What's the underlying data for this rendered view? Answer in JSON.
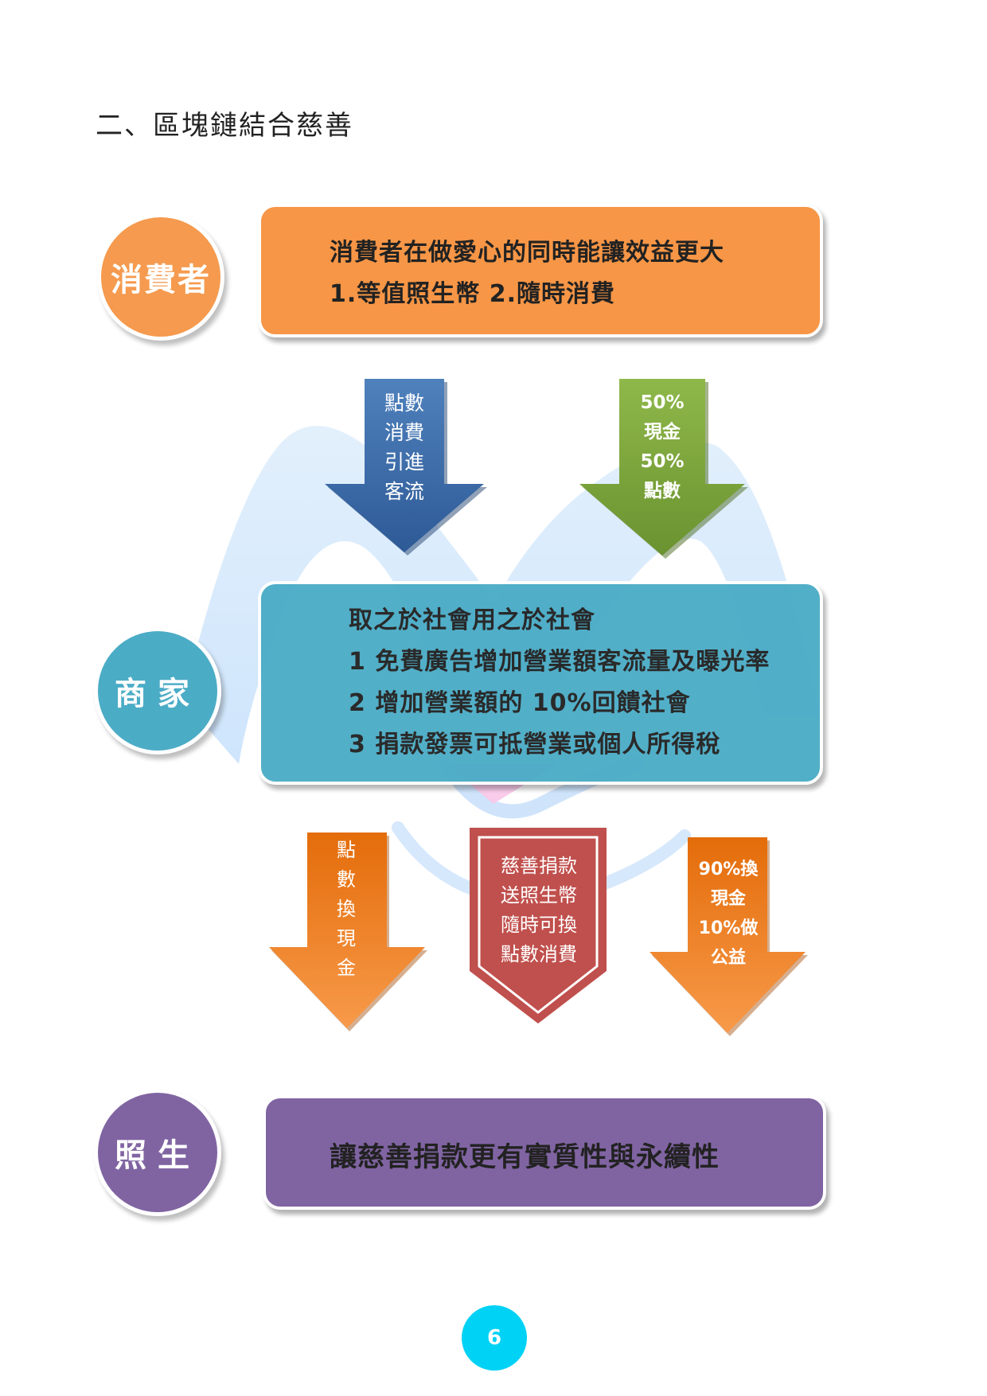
{
  "heading": "二、區塊鏈結合慈善",
  "colors": {
    "consumer": "#f79646",
    "merchant": "#4bacc6",
    "zhaosheng": "#8064a2",
    "arrow_blue": "#3e6ca8",
    "arrow_green": "#7aa33c",
    "arrow_orange": "#f07d1f",
    "arrow_red": "#c0504d",
    "page_badge": "#00d2f5"
  },
  "consumer": {
    "circle": "消費者",
    "lines": [
      "消費者在做愛心的同時能讓效益更大",
      "1.等值照生幣  2.隨時消費"
    ]
  },
  "arrows_top": [
    {
      "lines": [
        "點數",
        "消費",
        "引進",
        "客流"
      ]
    },
    {
      "lines": [
        "50%",
        "現金",
        "50%",
        "點數"
      ]
    }
  ],
  "merchant": {
    "circle": "商家",
    "lines": [
      "取之於社會用之於社會",
      "1 免費廣告增加營業額客流量及曝光率",
      "2 增加營業額的 10%回饋社會",
      "3 捐款發票可抵營業或個人所得稅"
    ]
  },
  "arrows_bottom": [
    {
      "lines": [
        "點",
        "數",
        "換",
        "現",
        "金"
      ]
    },
    {
      "lines": [
        "慈善捐款",
        "送照生幣",
        "隨時可換",
        "點數消費"
      ]
    },
    {
      "lines": [
        "90%換",
        "現金",
        "10%做",
        "公益"
      ]
    }
  ],
  "zhaosheng": {
    "circle": "照生",
    "text": "讓慈善捐款更有實質性與永續性"
  },
  "page_number": "6"
}
